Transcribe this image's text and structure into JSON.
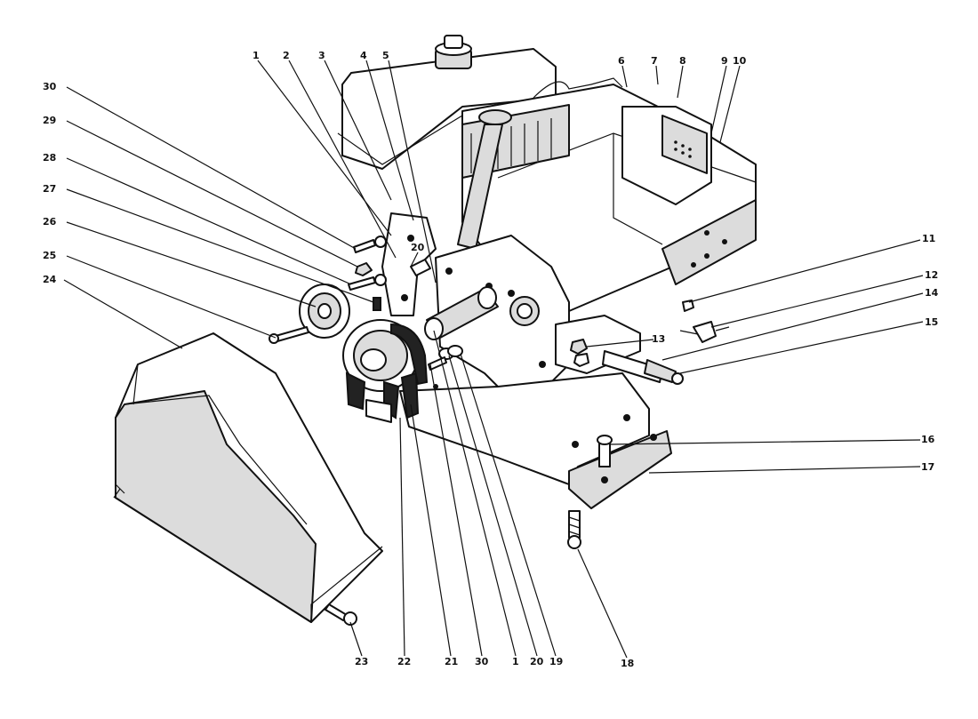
{
  "callouts": {
    "c1_top": "1",
    "c2": "2",
    "c3": "3",
    "c4": "4",
    "c5": "5",
    "c6": "6",
    "c7": "7",
    "c8": "8",
    "c9": "9",
    "c10": "10",
    "c11": "11",
    "c12": "12",
    "c13": "13",
    "c14": "14",
    "c15": "15",
    "c16": "16",
    "c17": "17",
    "c18": "18",
    "c19": "19",
    "c20_top": "20",
    "c20_bottom": "20",
    "c1_bottom": "1",
    "c30_bottom": "30",
    "c21": "21",
    "c22": "22",
    "c23": "23",
    "c24": "24",
    "c25": "25",
    "c26": "26",
    "c27": "27",
    "c28": "28",
    "c29": "29",
    "c30_left": "30"
  },
  "colors": {
    "ink": "#111111",
    "paper": "#ffffff",
    "shade": "#dcdcdc"
  }
}
